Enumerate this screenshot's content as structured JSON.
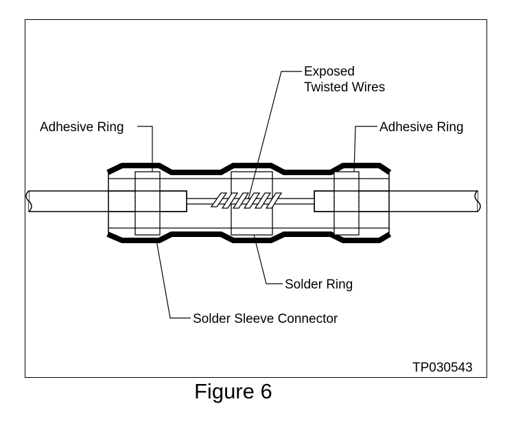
{
  "labels": {
    "exposed_line1": "Exposed",
    "exposed_line2": "Twisted Wires",
    "adhesive_left": "Adhesive Ring",
    "adhesive_right": "Adhesive Ring",
    "solder_ring": "Solder Ring",
    "solder_sleeve": "Solder Sleeve Connector",
    "ref_code": "TP030543"
  },
  "caption": "Figure 6",
  "colors": {
    "ink": "#000000",
    "background": "#ffffff"
  }
}
